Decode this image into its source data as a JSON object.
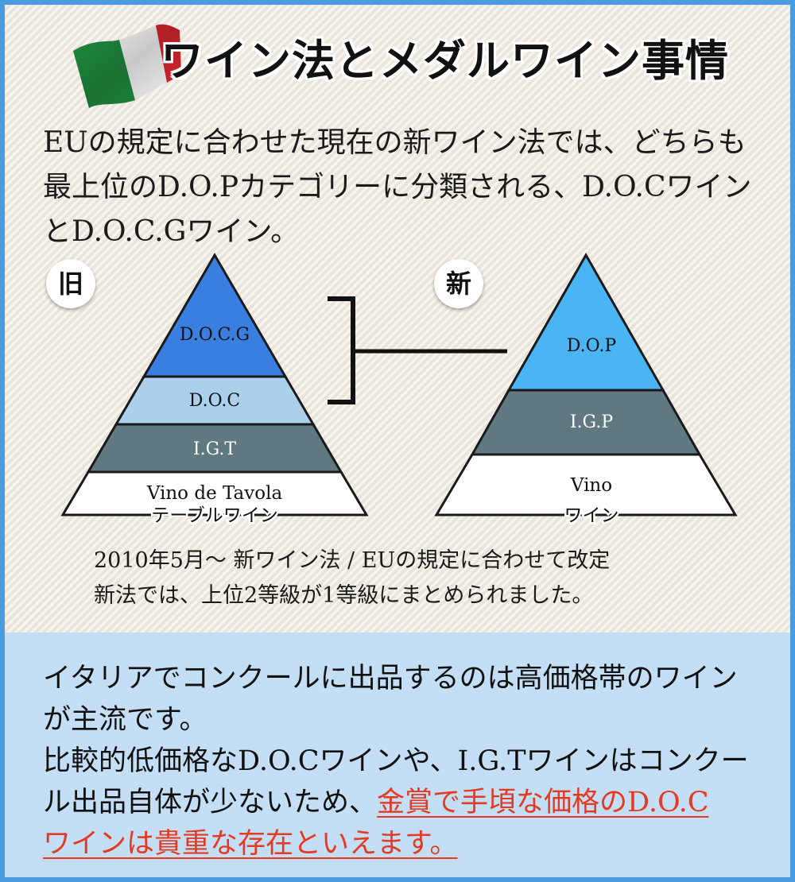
{
  "title": "ワイン法とメダルワイン事情",
  "intro_lines": [
    "EUの規定に合わせた現在の新ワイン法では、どちらも",
    "最上位のD.O.Pカテゴリーに分類される、D.O.Cワイン",
    "とD.O.C.Gワイン。"
  ],
  "old": {
    "badge": "旧",
    "tiers": [
      {
        "label": "D.O.C.G",
        "color": "#3a7fe0"
      },
      {
        "label": "D.O.C",
        "color": "#abd0ec"
      },
      {
        "label": "I.G.T",
        "color": "#607880"
      },
      {
        "label": "Vino de Tavola",
        "sublabel": "テーブルワイン",
        "color": "#ffffff"
      }
    ]
  },
  "new": {
    "badge": "新",
    "tiers": [
      {
        "label": "D.O.P",
        "color": "#4bb4f5"
      },
      {
        "label": "I.G.P",
        "color": "#607880"
      },
      {
        "label": "Vino",
        "sublabel": "ワイン",
        "color": "#ffffff"
      }
    ]
  },
  "caption_lines": [
    "2010年5月～ 新ワイン法 / EUの規定に合わせて改定",
    "新法では、上位2等級が1等級にまとめられました。"
  ],
  "body": {
    "line1": "イタリアでコンクールに出品するのは高価格帯のワイン",
    "line2": "が主流です。",
    "line3": "比較的低価格なD.O.Cワインや、I.G.Tワインはコンクー",
    "line4_plain": "ル出品自体が少ないため、",
    "line4_highlight": "金賞で手頃な価格のD.O.C",
    "line5_highlight": "ワインは貴重な存在といえます。"
  },
  "colors": {
    "highlight": "#e53a21",
    "bottom_panel": "#c3def5",
    "frame": "#4a9be0"
  }
}
